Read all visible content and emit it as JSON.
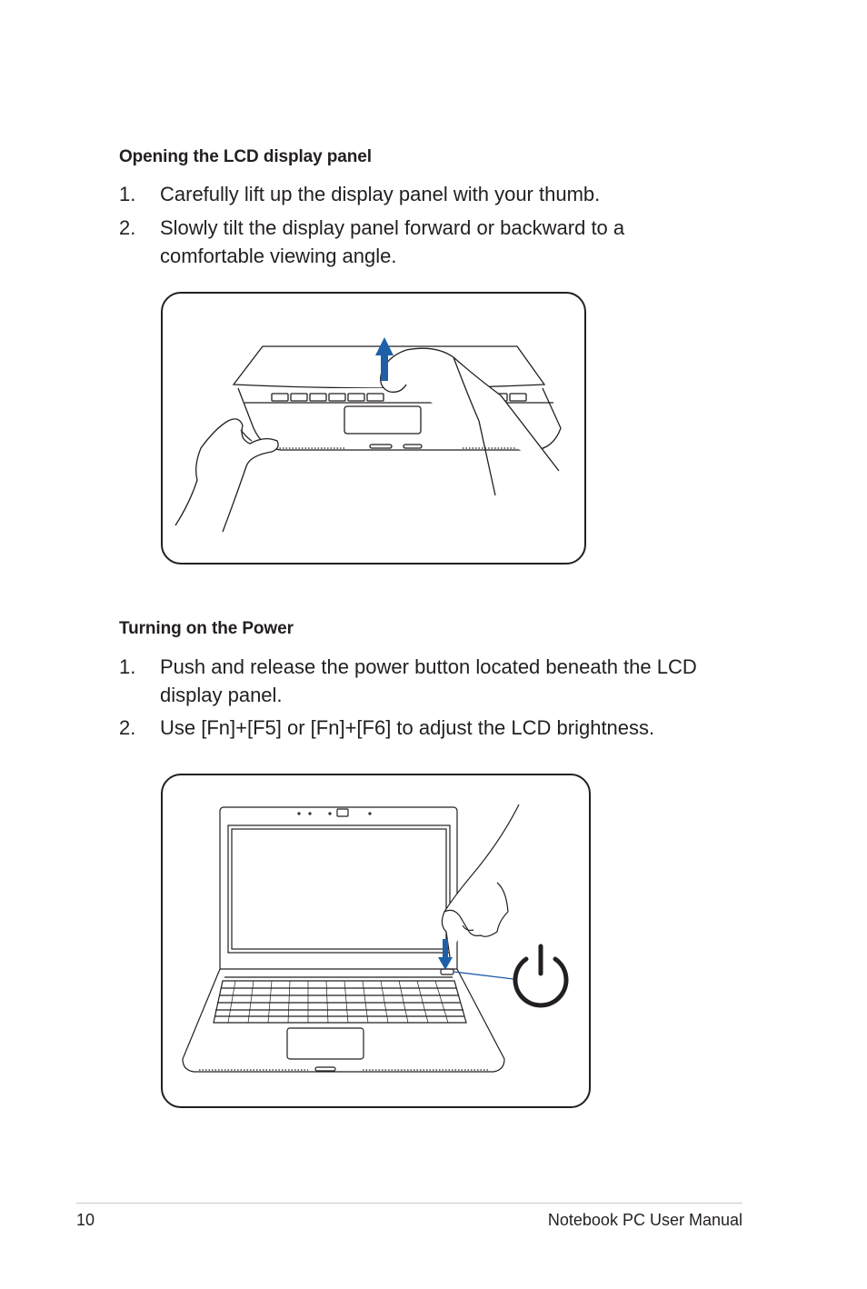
{
  "section_lcd": {
    "title": "Opening the LCD display panel",
    "steps": [
      {
        "num": "1.",
        "text": "Carefully lift up the display panel with your thumb."
      },
      {
        "num": "2.",
        "text": "Slowly tilt the display panel forward or backward to a comfortable viewing angle."
      }
    ]
  },
  "section_power": {
    "title": "Turning on the Power",
    "steps": [
      {
        "num": "1.",
        "text": "Push and release the power button located beneath the LCD display panel."
      },
      {
        "num": "2.",
        "text": "Use [Fn]+[F5] or [Fn]+[F6] to adjust the LCD brightness."
      }
    ]
  },
  "footer": {
    "page_number": "10",
    "title": "Notebook PC User Manual"
  },
  "icons": {
    "lift_arrow": "up-arrow-icon",
    "press_arrow": "down-arrow-icon",
    "power": "power-icon"
  },
  "colors": {
    "text": "#231f20",
    "arrow": "#1f5fa8",
    "callout_line": "#1f5fa8"
  }
}
